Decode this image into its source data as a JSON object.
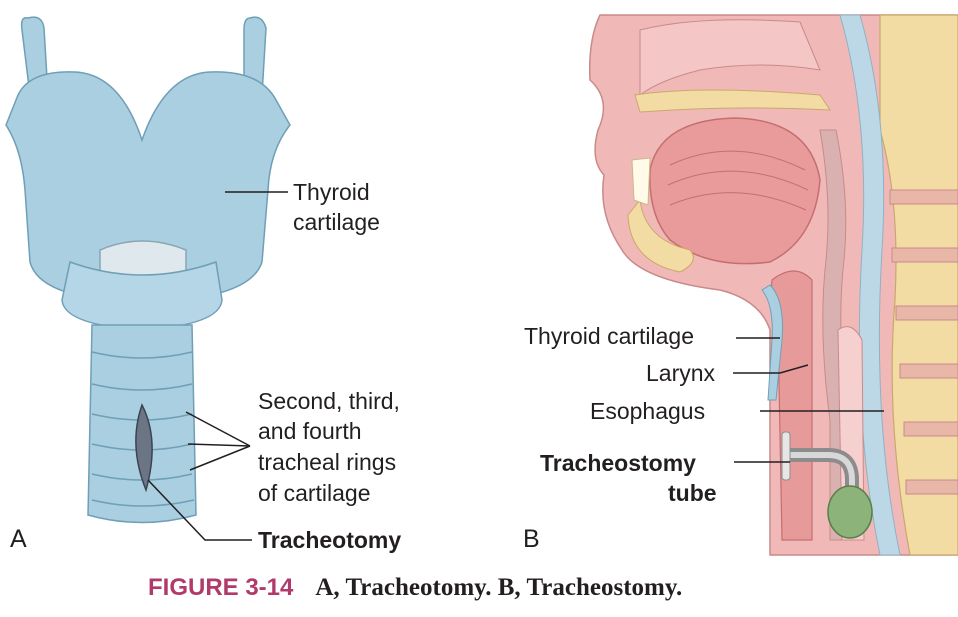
{
  "panel_a": {
    "letter": "A",
    "labels": {
      "thyroid_1": "Thyroid",
      "thyroid_2": "cartilage",
      "rings_1": "Second, third,",
      "rings_2": "and fourth",
      "rings_3": "tracheal rings",
      "rings_4": "of cartilage",
      "tracheotomy": "Tracheotomy"
    }
  },
  "panel_b": {
    "letter": "B",
    "labels": {
      "thyroid_cartilage": "Thyroid cartilage",
      "larynx": "Larynx",
      "esophagus": "Esophagus",
      "tube_1": "Tracheostomy",
      "tube_2": "tube"
    }
  },
  "caption": {
    "figure_number": "FIGURE 3-14",
    "text": "A, Tracheotomy. B, Tracheostomy."
  },
  "colors": {
    "cartilage_blue": "#a9cfe0",
    "tissue_pink": "#f1b8b8",
    "bone_tan": "#f3dca4",
    "tube_green": "#8cb37a",
    "caption_accent": "#b03a6a"
  }
}
